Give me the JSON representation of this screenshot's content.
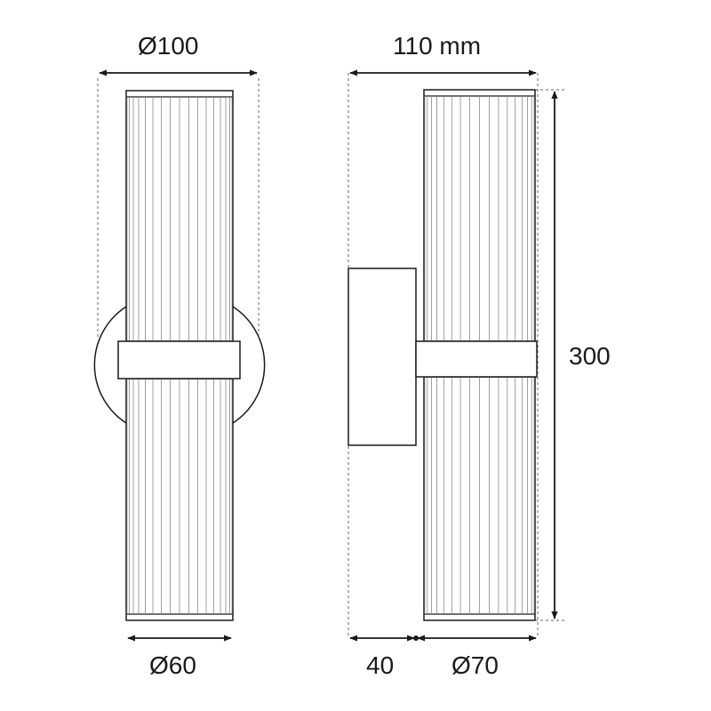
{
  "dimensions": {
    "front_diameter": "Ø100",
    "side_width": "110 mm",
    "height": "300",
    "tube_diameter_front": "Ø60",
    "wall_offset": "40",
    "tube_diameter_side": "Ø70"
  },
  "colors": {
    "line": "#1a1a1a",
    "ribs": "#888888",
    "dashed": "#666666"
  }
}
